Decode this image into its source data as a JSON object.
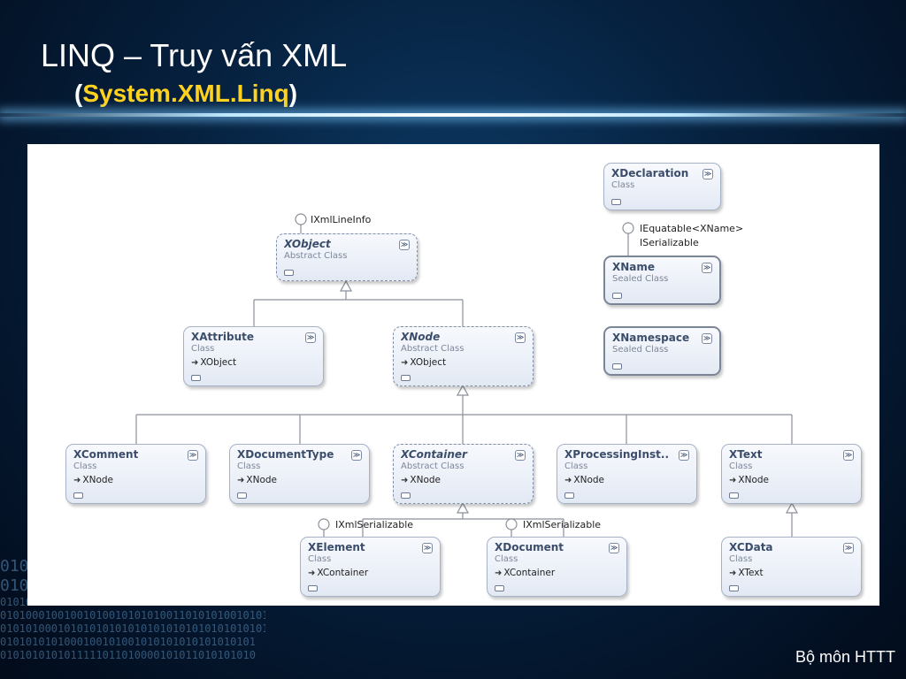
{
  "slide": {
    "title": "LINQ – Truy vấn XML",
    "subtitle_prefix": "(",
    "subtitle_ns": "System.XML.Linq",
    "subtitle_suffix": ")",
    "footer": "Bộ môn HTTT"
  },
  "colors": {
    "background": "#06213f",
    "title": "#ffffff",
    "namespace_accent": "#ffd21f",
    "class_name": "#3b4d6b"
  },
  "background_binary": [
    "0101",
    "0101",
    "01010101010111110110100000101011010101010101",
    "0101000100100101001010101001101010100101010",
    "010101000101010101010101010101010101010101",
    "0101010101000100101001010101010101010101",
    "0101010101011111011010000101011010101010"
  ],
  "diagram": {
    "expand_icon": "chevron-double-down-icon",
    "compartment_icon": "compartment-icon",
    "inherit_icon": "inheritance-arrow-icon",
    "classes": {
      "xdeclaration": {
        "name": "XDeclaration",
        "kind": "Class"
      },
      "xname": {
        "name": "XName",
        "kind": "Sealed Class"
      },
      "xnamespace": {
        "name": "XNamespace",
        "kind": "Sealed Class"
      },
      "xobject": {
        "name": "XObject",
        "kind": "Abstract Class"
      },
      "xattribute": {
        "name": "XAttribute",
        "kind": "Class",
        "base": "XObject"
      },
      "xnode": {
        "name": "XNode",
        "kind": "Abstract Class",
        "base": "XObject"
      },
      "xcomment": {
        "name": "XComment",
        "kind": "Class",
        "base": "XNode"
      },
      "xdocumenttype": {
        "name": "XDocumentType",
        "kind": "Class",
        "base": "XNode"
      },
      "xcontainer": {
        "name": "XContainer",
        "kind": "Abstract Class",
        "base": "XNode"
      },
      "xprocessinginst": {
        "name": "XProcessingInst...",
        "kind": "Class",
        "base": "XNode"
      },
      "xtext": {
        "name": "XText",
        "kind": "Class",
        "base": "XNode"
      },
      "xelement": {
        "name": "XElement",
        "kind": "Class",
        "base": "XContainer"
      },
      "xdocument": {
        "name": "XDocument",
        "kind": "Class",
        "base": "XContainer"
      },
      "xcdata": {
        "name": "XCData",
        "kind": "Class",
        "base": "XText"
      }
    },
    "interfaces": {
      "xobject": "IXmlLineInfo",
      "xname_1": "IEquatable<XName>",
      "xname_2": "ISerializable",
      "xelement": "IXmlSerializable",
      "xdocument": "IXmlSerializable"
    }
  }
}
